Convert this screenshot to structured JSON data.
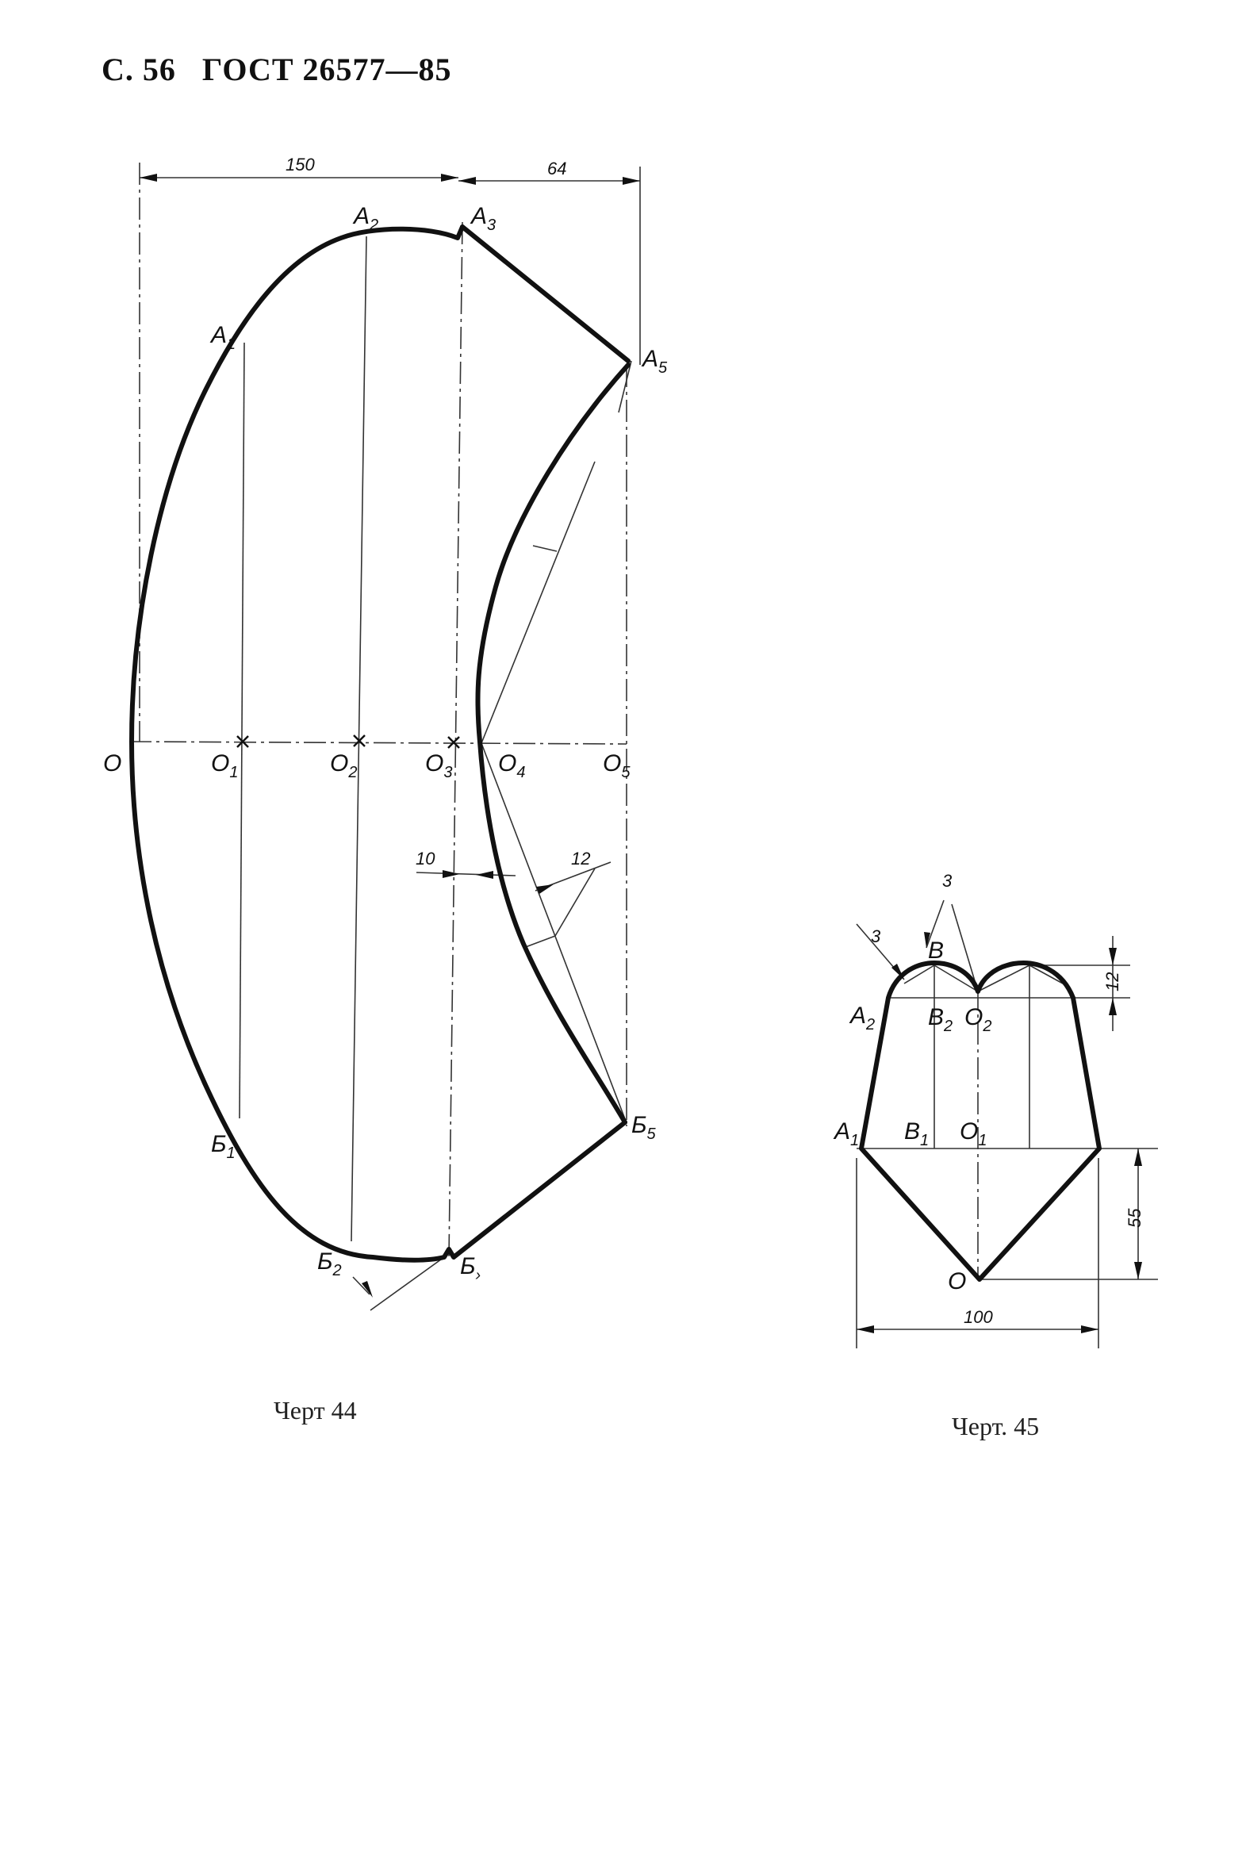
{
  "header": {
    "page": "С. 56",
    "standard": "ГОСТ 26577—85"
  },
  "figure44": {
    "caption": "Черт 44",
    "dims": {
      "d150": "150",
      "d64": "64",
      "d10": "10",
      "d12": "12"
    },
    "points": {
      "A1": "A",
      "A1s": "1",
      "A2": "A",
      "A2s": "2",
      "A3": "A",
      "A3s": "3",
      "A5": "A",
      "A5s": "5",
      "O": "O",
      "O1": "O",
      "O1s": "1",
      "O2": "O",
      "O2s": "2",
      "O3": "O",
      "O3s": "3",
      "O4": "O",
      "O4s": "4",
      "O5": "O",
      "O5s": "5",
      "B1": "Б",
      "B1s": "1",
      "B2": "Б",
      "B2s": "2",
      "B3": "Б",
      "B3s": "›",
      "B5": "Б",
      "B5s": "5"
    }
  },
  "figure45": {
    "caption": "Черт. 45",
    "dims": {
      "d3a": "3",
      "d3b": "3",
      "d12": "12",
      "d55": "55",
      "d100": "100"
    },
    "points": {
      "B": "B",
      "A2": "A",
      "A2s": "2",
      "B2": "B",
      "B2s": "2",
      "O2": "O",
      "O2s": "2",
      "A1": "A",
      "A1s": "1",
      "B1": "B",
      "B1s": "1",
      "O1": "O",
      "O1s": "1",
      "O": "O"
    }
  }
}
